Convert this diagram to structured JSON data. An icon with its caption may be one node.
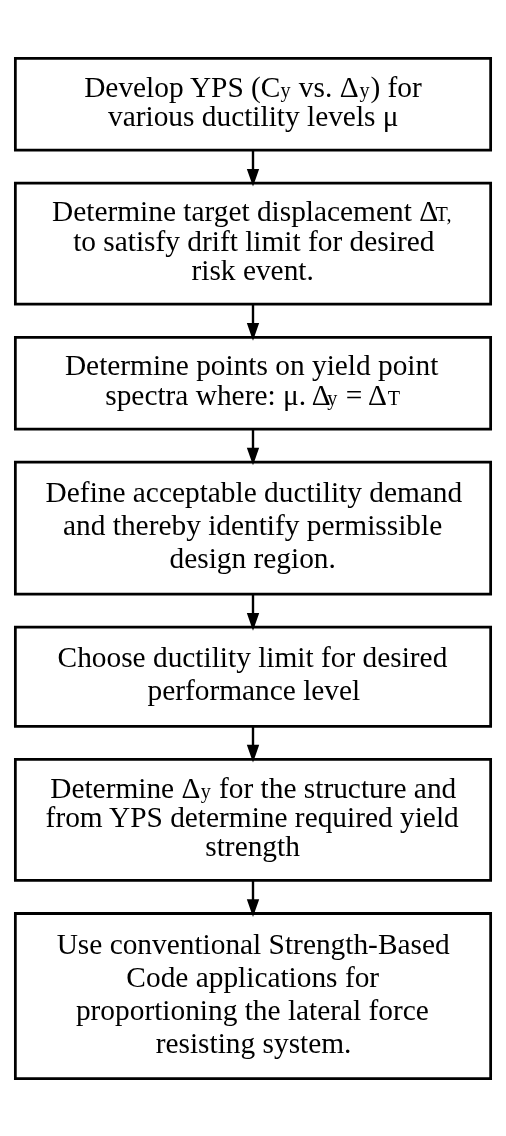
{
  "diagram": {
    "nodes": [
      {
        "text": [
          "Develop YPS (C$_{y}$ vs. Δ$_{y}$) for various ductility levels μ"
        ]
      },
      {
        "text": [
          "Determine target displacement Δ$_{T,}$ to satisfy drift limit for desired risk event."
        ]
      },
      {
        "text": [
          "Determine points on yield point spectra where: μ. Δ$_{y}$ = Δ$_{T}$"
        ]
      },
      {
        "text": [
          "Define acceptable ductility demand and thereby identify permissible design region."
        ]
      },
      {
        "text": [
          "Choose ductility limit for desired performance level"
        ]
      },
      {
        "text": [
          "Determine Δ$_{y}$ for the structure and from YPS determine required yield strength"
        ]
      },
      {
        "text": [
          "Use conventional Strength-Based Code applications for proportioning the lateral force resisting system."
        ]
      }
    ],
    "edges": [
      {
        "from": 0,
        "to": 1,
        "arrow": "to"
      },
      {
        "from": 1,
        "to": 2,
        "arrow": "to"
      },
      {
        "from": 2,
        "to": 3,
        "arrow": "to"
      },
      {
        "from": 3,
        "to": 4,
        "arrow": "to"
      },
      {
        "from": 4,
        "to": 5,
        "arrow": "to"
      },
      {
        "from": 5,
        "to": 6,
        "arrow": "to"
      }
    ]
  }
}
